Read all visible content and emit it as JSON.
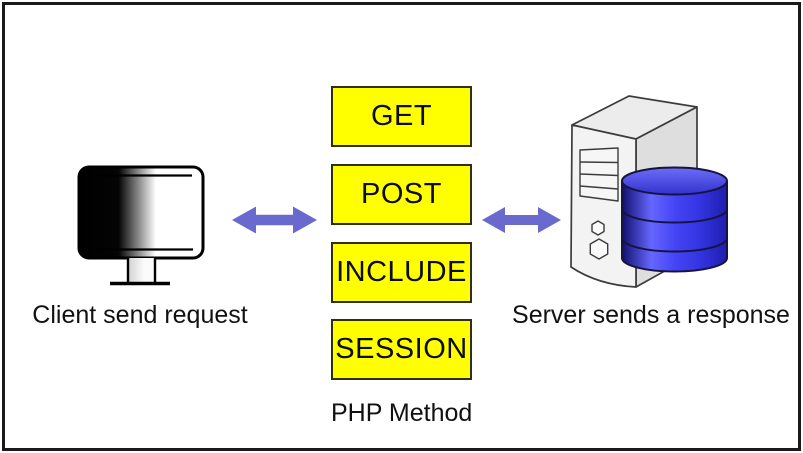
{
  "diagram": {
    "client": {
      "caption": "Client send request",
      "icon": "monitor-icon"
    },
    "server": {
      "caption": "Server sends a response",
      "icons": [
        "server-tower-icon",
        "database-icon"
      ]
    },
    "methods": {
      "caption": "PHP Method",
      "items": [
        {
          "label": "GET"
        },
        {
          "label": "POST"
        },
        {
          "label": "INCLUDE"
        },
        {
          "label": "SESSION"
        }
      ]
    },
    "arrows": [
      {
        "name": "client-methods-arrow",
        "direction": "bidirectional"
      },
      {
        "name": "methods-server-arrow",
        "direction": "bidirectional"
      }
    ],
    "colors": {
      "arrow": "#6a6ace",
      "method_box_fill": "#ffff00",
      "database_blue": "#4545f5",
      "frame_border": "#1a1a1a",
      "background": "#ffffff"
    }
  }
}
